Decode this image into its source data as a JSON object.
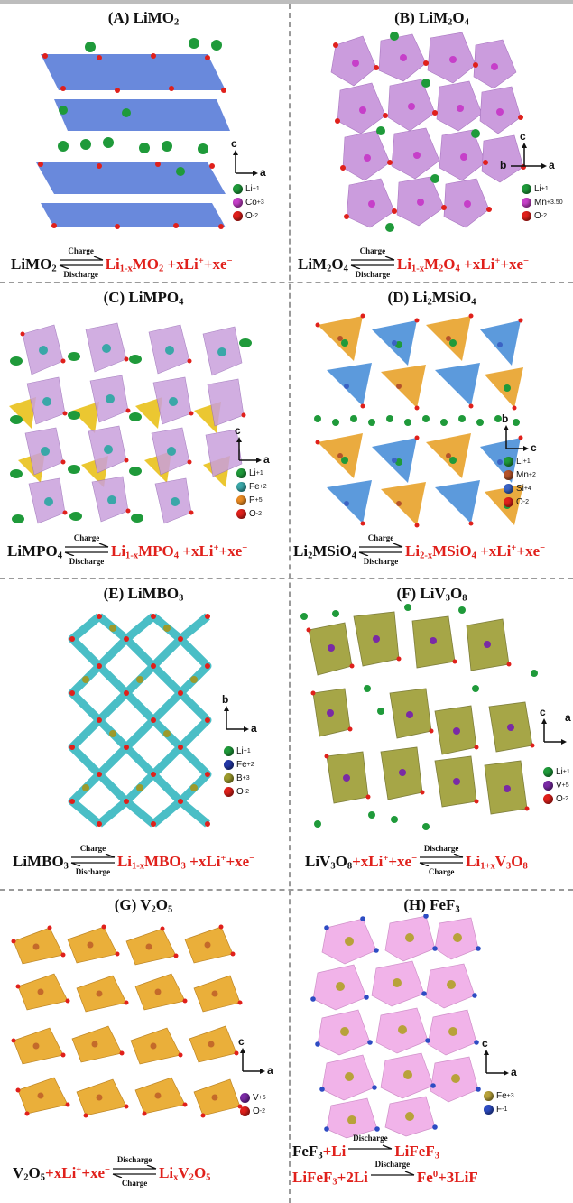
{
  "colors": {
    "li": "#1f9a3a",
    "co": "#c63fc9",
    "o": "#e0201b",
    "mn_b": "#c63fc9",
    "fe": "#3aa7a8",
    "p": "#e98a22",
    "mn_d": "#b5532a",
    "si": "#3b63c4",
    "fe_e": "#2438a8",
    "b": "#9c9a2c",
    "v": "#7a2aa5",
    "fe_h": "#b8a23a",
    "f": "#2d4cc3",
    "eq_red": "#e0201b"
  },
  "panels": {
    "A": {
      "label": "(A) LiMO",
      "label_sub": "2",
      "axes": {
        "up": "c",
        "right": "a"
      },
      "legend": [
        {
          "text": "Li",
          "sup": "+1",
          "color": "li"
        },
        {
          "text": "Co",
          "sup": "+3",
          "color": "co"
        },
        {
          "text": "O",
          "sup": "-2",
          "color": "o"
        }
      ],
      "eq": {
        "lhs": "LiMO",
        "lhs_sub": "2",
        "top": "Charge",
        "bottom": "Discharge",
        "rhs1": "Li",
        "rhs1_sub": "1-x",
        "rhs2": "MO",
        "rhs2_sub": "2",
        "rhs3": " +xLi",
        "rhs3_sup": "+",
        "rhs4": "+xe",
        "rhs4_sup": "−"
      }
    },
    "B": {
      "label": "(B) LiM",
      "label_sub1": "2",
      "label_mid": "O",
      "label_sub2": "4",
      "axes": {
        "up": "c",
        "right": "a",
        "left": "b"
      },
      "legend": [
        {
          "text": "Li",
          "sup": "+1",
          "color": "li"
        },
        {
          "text": "Mn",
          "sup": "+3.50",
          "color": "mn_b"
        },
        {
          "text": "O",
          "sup": "-2",
          "color": "o"
        }
      ],
      "eq": {
        "lhs": "LiM",
        "lhs_sub": "2",
        "lhs2": "O",
        "lhs2_sub": "4",
        "top": "Charge",
        "bottom": "Discharge",
        "rhs1": "Li",
        "rhs1_sub": "1-x",
        "rhs2": "M",
        "rhs2_sub": "2",
        "rhs2b": "O",
        "rhs2b_sub": "4",
        "rhs3": " +xLi",
        "rhs3_sup": "+",
        "rhs4": "+xe",
        "rhs4_sup": "−"
      }
    },
    "C": {
      "label": "(C) LiMPO",
      "label_sub": "4",
      "axes": {
        "up": "c",
        "right": "a"
      },
      "legend": [
        {
          "text": "Li",
          "sup": "+1",
          "color": "li"
        },
        {
          "text": "Fe",
          "sup": "+2",
          "color": "fe"
        },
        {
          "text": "P",
          "sup": "+5",
          "color": "p"
        },
        {
          "text": "O",
          "sup": "-2",
          "color": "o"
        }
      ],
      "eq": {
        "lhs": "LiMPO",
        "lhs_sub": "4",
        "top": "Charge",
        "bottom": "Discharge",
        "rhs1": "Li",
        "rhs1_sub": "1-x",
        "rhs2": "MPO",
        "rhs2_sub": "4",
        "rhs3": " +xLi",
        "rhs3_sup": "+",
        "rhs4": "+xe",
        "rhs4_sup": "−"
      }
    },
    "D": {
      "label": "(D) Li",
      "label_sub": "2",
      "label_tail": "MSiO",
      "label_sub2": "4",
      "axes": {
        "up": "b",
        "right": "c"
      },
      "legend": [
        {
          "text": "Li",
          "sup": "+1",
          "color": "li"
        },
        {
          "text": "Mn",
          "sup": "+2",
          "color": "mn_d"
        },
        {
          "text": "Si",
          "sup": "+4",
          "color": "si"
        },
        {
          "text": "O",
          "sup": "-2",
          "color": "o"
        }
      ],
      "eq": {
        "lhs": "Li",
        "lhs_sub": "2",
        "lhs2": "MSiO",
        "lhs2_sub": "4",
        "top": "Charge",
        "bottom": "Discharge",
        "rhs1": "Li",
        "rhs1_sub": "2-x",
        "rhs2": "MSiO",
        "rhs2_sub": "4",
        "rhs3": " +xLi",
        "rhs3_sup": "+",
        "rhs4": "+xe",
        "rhs4_sup": "−"
      }
    },
    "E": {
      "label": "(E) LiMBO",
      "label_sub": "3",
      "axes": {
        "up": "b",
        "right": "a"
      },
      "legend": [
        {
          "text": "Li",
          "sup": "+1",
          "color": "li"
        },
        {
          "text": "Fe",
          "sup": "+2",
          "color": "fe_e"
        },
        {
          "text": "B",
          "sup": "+3",
          "color": "b"
        },
        {
          "text": "O",
          "sup": "-2",
          "color": "o"
        }
      ],
      "eq": {
        "lhs": "LiMBO",
        "lhs_sub": "3",
        "top": "Charge",
        "bottom": "Discharge",
        "rhs1": "Li",
        "rhs1_sub": "1-x",
        "rhs2": "MBO",
        "rhs2_sub": "3",
        "rhs3": " +xLi",
        "rhs3_sup": "+",
        "rhs4": "+xe",
        "rhs4_sup": "−"
      }
    },
    "F": {
      "label": "(F) LiV",
      "label_sub": "3",
      "label_mid": "O",
      "label_sub2": "8",
      "axes": {
        "up": "c",
        "right": "a"
      },
      "legend": [
        {
          "text": "Li",
          "sup": "+1",
          "color": "li"
        },
        {
          "text": "V",
          "sup": "+5",
          "color": "v"
        },
        {
          "text": "O",
          "sup": "-2",
          "color": "o"
        }
      ],
      "eq": {
        "lhs": "LiV",
        "lhs_sub": "3",
        "lhs2": "O",
        "lhs2_sub": "8",
        "red1": "+xLi",
        "red1_sup": "+",
        "red2": "+xe",
        "red2_sup": "−",
        "top": "Discharge",
        "bottom": "Charge",
        "rhs1": "Li",
        "rhs1_sub": "1+x",
        "rhs2": "V",
        "rhs2_sub": "3",
        "rhs2b": "O",
        "rhs2b_sub": "8"
      }
    },
    "G": {
      "label": "(G) V",
      "label_sub": "2",
      "label_mid": "O",
      "label_sub2": "5",
      "axes": {
        "up": "c",
        "right": "a"
      },
      "legend": [
        {
          "text": "V",
          "sup": "+5",
          "color": "v"
        },
        {
          "text": "O",
          "sup": "-2",
          "color": "o"
        }
      ],
      "eq": {
        "lhs": "V",
        "lhs_sub": "2",
        "lhs2": "O",
        "lhs2_sub": "5",
        "red1": "+xLi",
        "red1_sup": "+",
        "red2": "+xe",
        "red2_sup": "−",
        "top": "Discharge",
        "bottom": "Charge",
        "rhs1": "Li",
        "rhs1_sub": "x",
        "rhs2": "V",
        "rhs2_sub": "2",
        "rhs2b": "O",
        "rhs2b_sub": "5"
      }
    },
    "H": {
      "label": "(H) FeF",
      "label_sub": "3",
      "axes": {
        "up": "c",
        "right": "a"
      },
      "legend": [
        {
          "text": "Fe",
          "sup": "+3",
          "color": "fe_h"
        },
        {
          "text": "F",
          "sup": "-1",
          "color": "f"
        }
      ],
      "eq1": {
        "lhs": "FeF",
        "lhs_sub": "3",
        "red1": "+Li",
        "top": "Discharge",
        "rhs": "LiFeF",
        "rhs_sub": "3"
      },
      "eq2": {
        "lhs": "LiFeF",
        "lhs_sub": "3",
        "mid": "+2Li",
        "top": "Discharge",
        "rhs": "Fe",
        "rhs_sup": "0",
        "rhs2": "+3LiF"
      }
    }
  }
}
